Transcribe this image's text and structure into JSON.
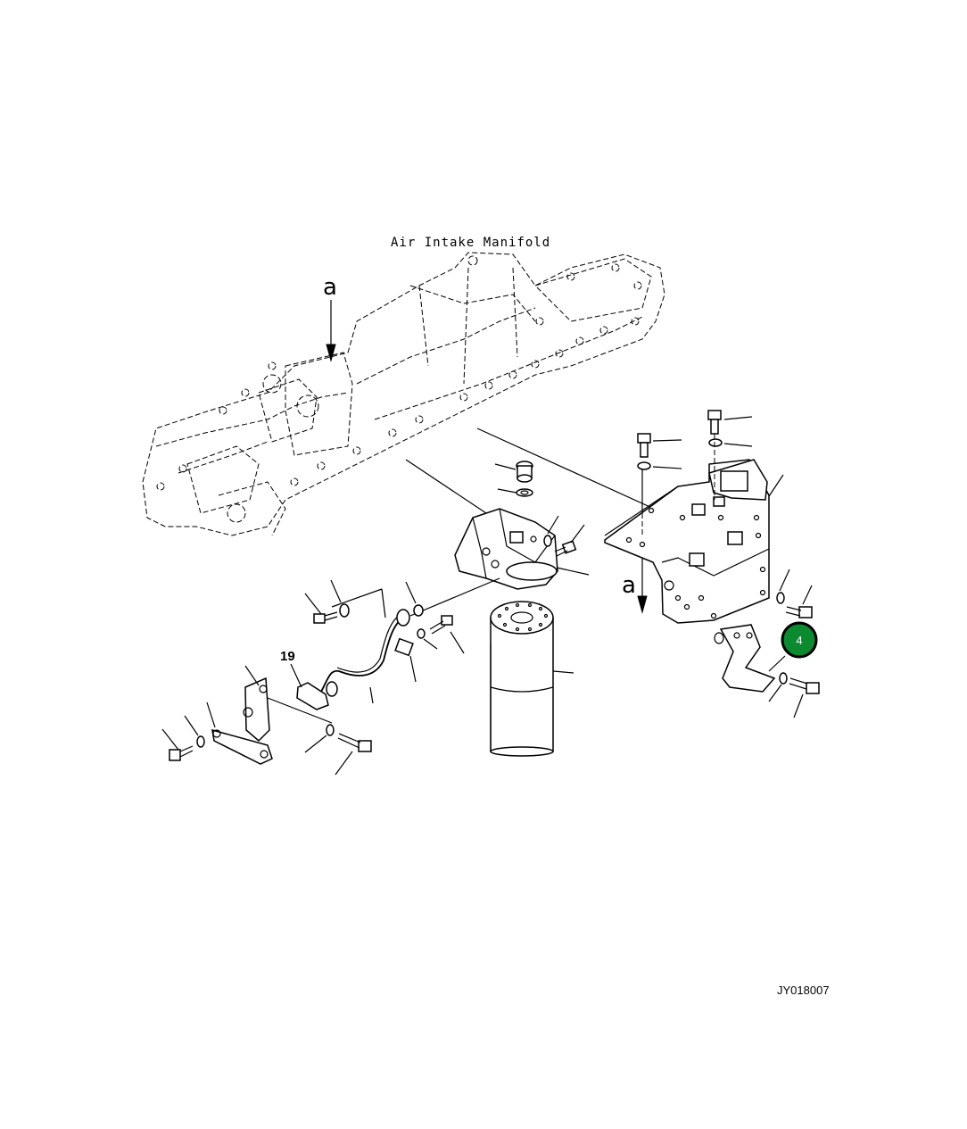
{
  "labels": {
    "title": "Air Intake Manifold",
    "arrow_a_top": "a",
    "arrow_a_right": "a",
    "part_19": "19",
    "drawing_code": "JY018007"
  },
  "callout": {
    "number": "4",
    "fill_color": "#0b8a2f",
    "ring_color": "#000000"
  }
}
